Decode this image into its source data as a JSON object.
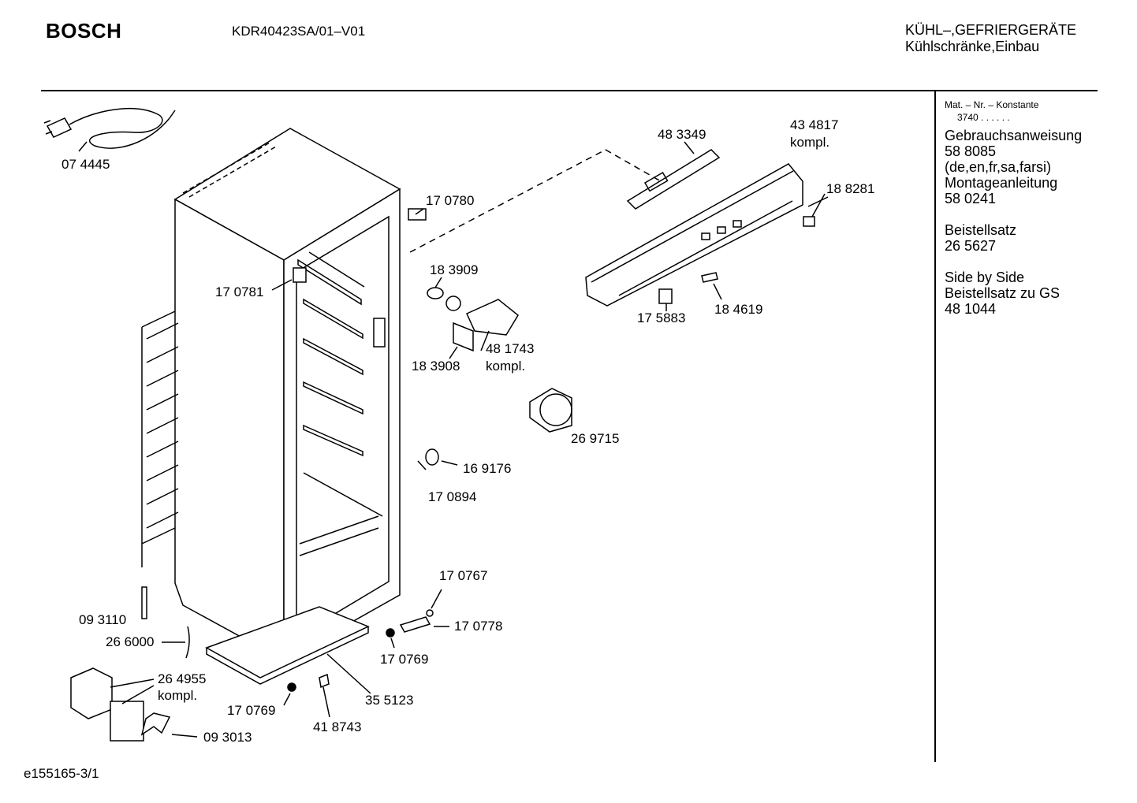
{
  "header": {
    "brand": "BOSCH",
    "model": "KDR40423SA/01–V01",
    "category_line1": "KÜHL–,GEFRIERGERÄTE",
    "category_line2": "Kühlschränke,Einbau"
  },
  "sidebar": {
    "mat_nr_label": "Mat. – Nr. – Konstante",
    "mat_nr_value": "3740 . . . . . .",
    "entries": [
      "Gebrauchsanweisung",
      "58 8085",
      "(de,en,fr,sa,farsi)",
      "Montageanleitung",
      "58 0241",
      "Beistellsatz",
      "26 5627",
      "Side by Side",
      "Beistellsatz zu GS",
      "48 1044"
    ]
  },
  "parts": {
    "p074445": "07 4445",
    "p483349": "48 3349",
    "p434817": "43 4817",
    "p434817_note": "kompl.",
    "p188281": "18 8281",
    "p170780": "17 0780",
    "p170781": "17 0781",
    "p183909": "18 3909",
    "p481743": "48 1743",
    "p481743_note": "kompl.",
    "p183908": "18 3908",
    "p175883": "17 5883",
    "p184619": "18 4619",
    "p269715": "26 9715",
    "p169176": "16 9176",
    "p170894": "17 0894",
    "p170767": "17 0767",
    "p170778": "17 0778",
    "p170769a": "17 0769",
    "p093110": "09 3110",
    "p266000": "26 6000",
    "p264955": "26 4955",
    "p264955_note": "kompl.",
    "p093013": "09 3013",
    "p170769b": "17 0769",
    "p418743": "41 8743",
    "p355123": "35 5123"
  },
  "footer": {
    "drawing_id": "e155165-3/1"
  }
}
